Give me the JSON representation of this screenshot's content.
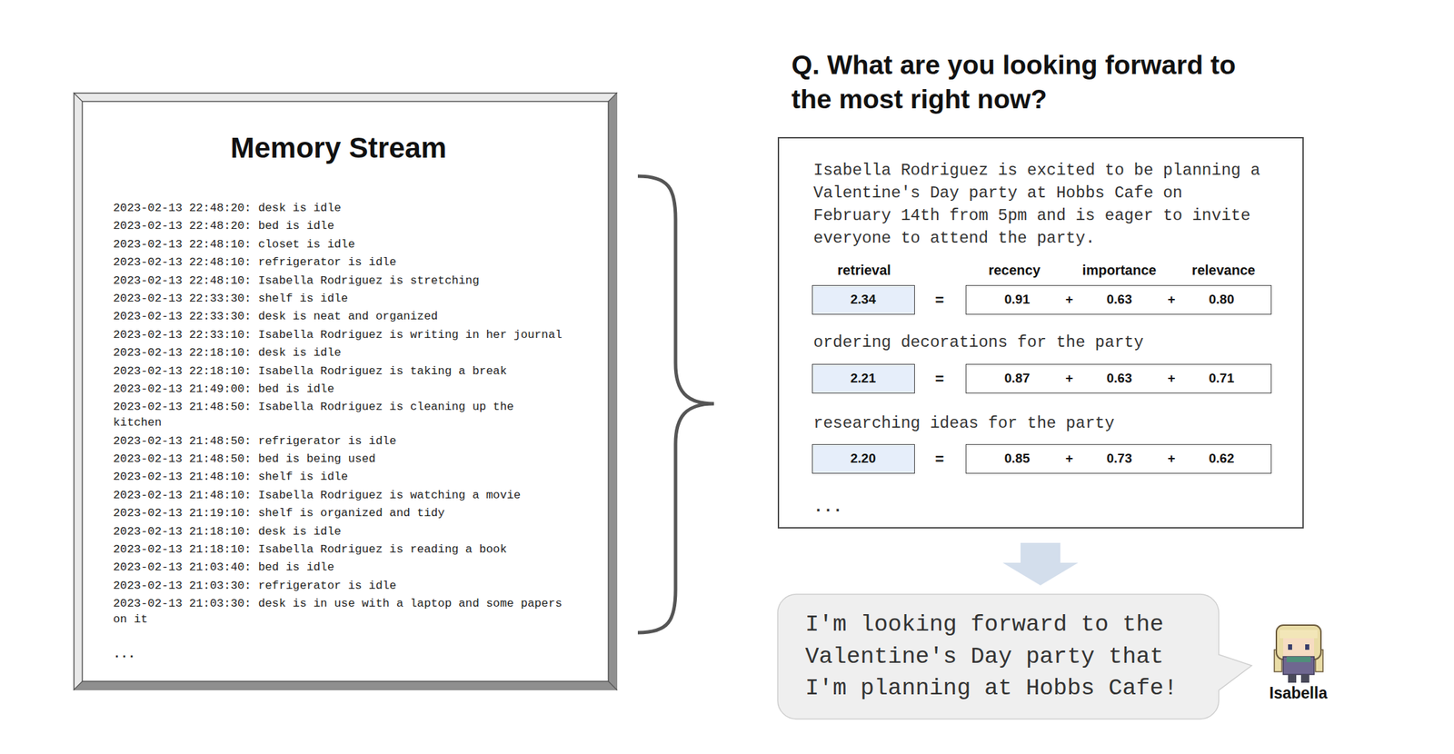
{
  "diagram": {
    "nodes": [
      {
        "text": [
          "Memory Stream",
          "2023-02-13 22:48:20: desk is idle",
          "2023-02-13 22:48:20: bed is idle",
          "2023-02-13 22:48:10: closet is idle",
          "2023-02-13 22:48:10: refrigerator is idle",
          "2023-02-13 22:48:10: Isabella Rodriguez is stretching",
          "2023-02-13 22:33:30: shelf is idle",
          "2023-02-13 22:33:30: desk is neat and organized",
          "2023-02-13 22:33:10: Isabella Rodriguez is writing in her journal",
          "2023-02-13 22:18:10: desk is idle",
          "2023-02-13 22:18:10: Isabella Rodriguez is taking a break",
          "2023-02-13 21:49:00: bed is idle",
          "2023-02-13 21:48:50: Isabella Rodriguez is cleaning up the kitchen",
          "2023-02-13 21:48:50: refrigerator is idle",
          "2023-02-13 21:48:50: bed is being used",
          "2023-02-13 21:48:10: shelf is idle",
          "2023-02-13 21:48:10: Isabella Rodriguez is watching a movie",
          "2023-02-13 21:19:10: shelf is organized and tidy",
          "2023-02-13 21:18:10: desk is idle",
          "2023-02-13 21:18:10: Isabella Rodriguez is reading a book",
          "2023-02-13 21:03:40: bed is idle",
          "2023-02-13 21:03:30: refrigerator is idle",
          "2023-02-13 21:03:30: desk is in use with a laptop and some papers on it",
          "..."
        ]
      },
      {
        "text": [
          "Q. What are you looking forward to the most right now?",
          "Isabella Rodriguez is excited to be planning a Valentine's Day party at Hobbs Cafe on February 14th from 5pm and is eager to invite everyone to attend the party.",
          "=",
          "ordering decorations for the party",
          "=",
          "researching ideas for the party",
          "=",
          "..."
        ]
      },
      {
        "text": [
          "retrieval",
          "2.34"
        ],
        "in": 1
      },
      {
        "text": [
          "recency",
          "importance",
          "relevance",
          "0.91",
          "+",
          "0.63",
          "+",
          "0.80"
        ],
        "in": 1
      },
      {
        "text": [
          "2.21"
        ],
        "in": 1
      },
      {
        "text": [
          "0.87",
          "+",
          "0.63",
          "+",
          "0.71"
        ],
        "in": 1
      },
      {
        "text": [
          "2.20"
        ],
        "in": 1
      },
      {
        "text": [
          "0.85",
          "+",
          "0.73",
          "+",
          "0.62"
        ],
        "in": 1
      },
      {
        "text": [
          "I'm looking forward to the Valentine's Day party that I'm planning at Hobbs Cafe!"
        ]
      }
    ],
    "edges": [
      {
        "from": 1,
        "to": 8,
        "arrow": "to"
      }
    ],
    "labels": [
      "Isabella"
    ]
  }
}
